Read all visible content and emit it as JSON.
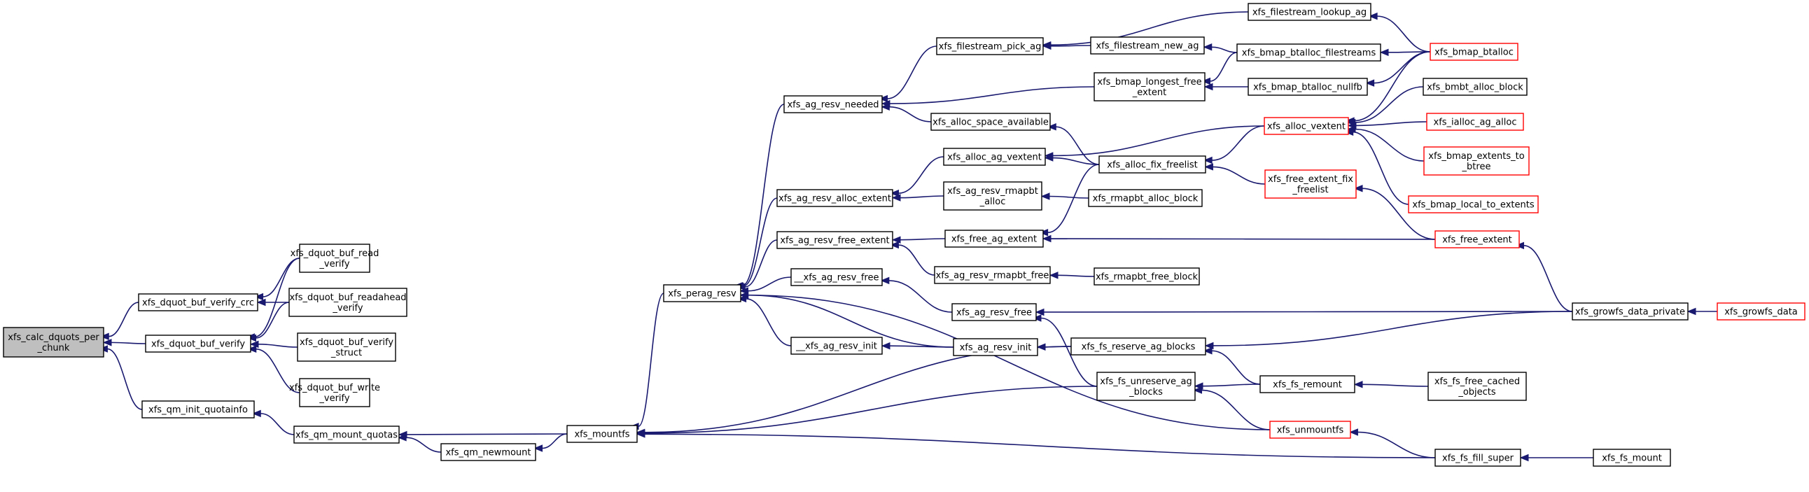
{
  "colors": {
    "edge": "#191970",
    "normal_border": "#000000",
    "truncated_border": "#ff0000",
    "root_fill": "#bfbfbf",
    "node_fill": "#ffffff"
  },
  "nodes": [
    {
      "id": "root",
      "lines": [
        "xfs_calc_dquots_per",
        "_chunk"
      ],
      "root": true
    },
    {
      "id": "verify_crc",
      "lines": [
        "xfs_dquot_buf_verify_crc"
      ]
    },
    {
      "id": "buf_verify",
      "lines": [
        "xfs_dquot_buf_verify"
      ]
    },
    {
      "id": "qm_init_quotainfo",
      "lines": [
        "xfs_qm_init_quotainfo"
      ]
    },
    {
      "id": "read_verify",
      "lines": [
        "xfs_dquot_buf_read",
        "_verify"
      ]
    },
    {
      "id": "readahead_verify",
      "lines": [
        "xfs_dquot_buf_readahead",
        "_verify"
      ]
    },
    {
      "id": "verify_struct",
      "lines": [
        "xfs_dquot_buf_verify",
        "_struct"
      ]
    },
    {
      "id": "write_verify",
      "lines": [
        "xfs_dquot_buf_write",
        "_verify"
      ]
    },
    {
      "id": "qm_mount_quotas",
      "lines": [
        "xfs_qm_mount_quotas"
      ]
    },
    {
      "id": "qm_newmount",
      "lines": [
        "xfs_qm_newmount"
      ]
    },
    {
      "id": "mountfs",
      "lines": [
        "xfs_mountfs"
      ]
    },
    {
      "id": "perag_resv",
      "lines": [
        "xfs_perag_resv"
      ]
    },
    {
      "id": "ag_resv_needed",
      "lines": [
        "xfs_ag_resv_needed"
      ]
    },
    {
      "id": "ag_resv_alloc_extent",
      "lines": [
        "xfs_ag_resv_alloc_extent"
      ]
    },
    {
      "id": "ag_resv_free_extent",
      "lines": [
        "xfs_ag_resv_free_extent"
      ]
    },
    {
      "id": "__ag_resv_free",
      "lines": [
        "__xfs_ag_resv_free"
      ]
    },
    {
      "id": "__ag_resv_init",
      "lines": [
        "__xfs_ag_resv_init"
      ]
    },
    {
      "id": "filestream_pick_ag",
      "lines": [
        "xfs_filestream_pick_ag"
      ]
    },
    {
      "id": "alloc_space_available",
      "lines": [
        "xfs_alloc_space_available"
      ]
    },
    {
      "id": "alloc_ag_vextent",
      "lines": [
        "xfs_alloc_ag_vextent"
      ]
    },
    {
      "id": "ag_resv_rmapbt_alloc",
      "lines": [
        "xfs_ag_resv_rmapbt",
        "_alloc"
      ]
    },
    {
      "id": "free_ag_extent",
      "lines": [
        "xfs_free_ag_extent"
      ]
    },
    {
      "id": "ag_resv_rmapbt_free",
      "lines": [
        "xfs_ag_resv_rmapbt_free"
      ]
    },
    {
      "id": "ag_resv_free",
      "lines": [
        "xfs_ag_resv_free"
      ]
    },
    {
      "id": "ag_resv_init",
      "lines": [
        "xfs_ag_resv_init"
      ]
    },
    {
      "id": "filestream_lookup_ag",
      "lines": [
        "xfs_filestream_lookup_ag"
      ]
    },
    {
      "id": "filestream_new_ag",
      "lines": [
        "xfs_filestream_new_ag"
      ]
    },
    {
      "id": "bmap_longest_free_extent",
      "lines": [
        "xfs_bmap_longest_free",
        "_extent"
      ]
    },
    {
      "id": "alloc_fix_freelist",
      "lines": [
        "xfs_alloc_fix_freelist"
      ]
    },
    {
      "id": "rmapbt_alloc_block",
      "lines": [
        "xfs_rmapbt_alloc_block"
      ]
    },
    {
      "id": "rmapbt_free_block",
      "lines": [
        "xfs_rmapbt_free_block"
      ]
    },
    {
      "id": "fs_reserve_ag_blocks",
      "lines": [
        "xfs_fs_reserve_ag_blocks"
      ]
    },
    {
      "id": "fs_unreserve_ag_blocks",
      "lines": [
        "xfs_fs_unreserve_ag",
        "_blocks"
      ]
    },
    {
      "id": "bmap_btalloc_filestreams",
      "lines": [
        "xfs_bmap_btalloc_filestreams"
      ]
    },
    {
      "id": "bmap_btalloc_nullfb",
      "lines": [
        "xfs_bmap_btalloc_nullfb"
      ]
    },
    {
      "id": "alloc_vextent",
      "lines": [
        "xfs_alloc_vextent"
      ],
      "truncated": true
    },
    {
      "id": "free_extent_fix_freelist",
      "lines": [
        "xfs_free_extent_fix",
        "_freelist"
      ],
      "truncated": true
    },
    {
      "id": "fs_remount",
      "lines": [
        "xfs_fs_remount"
      ]
    },
    {
      "id": "unmountfs",
      "lines": [
        "xfs_unmountfs"
      ],
      "truncated": true
    },
    {
      "id": "bmap_btalloc",
      "lines": [
        "xfs_bmap_btalloc"
      ],
      "truncated": true
    },
    {
      "id": "bmbt_alloc_block",
      "lines": [
        "xfs_bmbt_alloc_block"
      ]
    },
    {
      "id": "ialloc_ag_alloc",
      "lines": [
        "xfs_ialloc_ag_alloc"
      ],
      "truncated": true
    },
    {
      "id": "bmap_extents_to_btree",
      "lines": [
        "xfs_bmap_extents_to",
        "_btree"
      ],
      "truncated": true
    },
    {
      "id": "bmap_local_to_extents",
      "lines": [
        "xfs_bmap_local_to_extents"
      ],
      "truncated": true
    },
    {
      "id": "free_extent",
      "lines": [
        "xfs_free_extent"
      ],
      "truncated": true
    },
    {
      "id": "fs_free_cached_objects",
      "lines": [
        "xfs_fs_free_cached",
        "_objects"
      ]
    },
    {
      "id": "fs_fill_super",
      "lines": [
        "xfs_fs_fill_super"
      ]
    },
    {
      "id": "growfs_data_private",
      "lines": [
        "xfs_growfs_data_private"
      ]
    },
    {
      "id": "growfs_data",
      "lines": [
        "xfs_growfs_data"
      ],
      "truncated": true
    },
    {
      "id": "fs_mount",
      "lines": [
        "xfs_fs_mount"
      ]
    }
  ],
  "edges": [
    [
      "verify_crc",
      "root"
    ],
    [
      "buf_verify",
      "root"
    ],
    [
      "qm_init_quotainfo",
      "root"
    ],
    [
      "read_verify",
      "verify_crc"
    ],
    [
      "readahead_verify",
      "verify_crc"
    ],
    [
      "read_verify",
      "buf_verify"
    ],
    [
      "readahead_verify",
      "buf_verify"
    ],
    [
      "verify_struct",
      "buf_verify"
    ],
    [
      "write_verify",
      "buf_verify"
    ],
    [
      "qm_mount_quotas",
      "qm_init_quotainfo"
    ],
    [
      "mountfs",
      "qm_mount_quotas"
    ],
    [
      "qm_newmount",
      "qm_mount_quotas"
    ],
    [
      "mountfs",
      "qm_newmount"
    ],
    [
      "perag_resv",
      "mountfs"
    ],
    [
      "fs_reserve_ag_blocks",
      "mountfs"
    ],
    [
      "fs_unreserve_ag_blocks",
      "mountfs"
    ],
    [
      "fs_fill_super",
      "mountfs"
    ],
    [
      "ag_resv_needed",
      "perag_resv"
    ],
    [
      "ag_resv_alloc_extent",
      "perag_resv"
    ],
    [
      "ag_resv_free_extent",
      "perag_resv"
    ],
    [
      "__ag_resv_free",
      "perag_resv"
    ],
    [
      "__ag_resv_init",
      "perag_resv"
    ],
    [
      "ag_resv_init",
      "perag_resv"
    ],
    [
      "unmountfs",
      "perag_resv"
    ],
    [
      "filestream_pick_ag",
      "ag_resv_needed"
    ],
    [
      "bmap_longest_free_extent",
      "ag_resv_needed"
    ],
    [
      "alloc_space_available",
      "ag_resv_needed"
    ],
    [
      "alloc_ag_vextent",
      "ag_resv_alloc_extent"
    ],
    [
      "ag_resv_rmapbt_alloc",
      "ag_resv_alloc_extent"
    ],
    [
      "free_ag_extent",
      "ag_resv_free_extent"
    ],
    [
      "ag_resv_rmapbt_free",
      "ag_resv_free_extent"
    ],
    [
      "ag_resv_free",
      "__ag_resv_free"
    ],
    [
      "ag_resv_init",
      "__ag_resv_init"
    ],
    [
      "filestream_lookup_ag",
      "filestream_pick_ag"
    ],
    [
      "filestream_new_ag",
      "filestream_pick_ag"
    ],
    [
      "alloc_fix_freelist",
      "alloc_space_available"
    ],
    [
      "alloc_vextent",
      "alloc_ag_vextent"
    ],
    [
      "alloc_fix_freelist",
      "alloc_ag_vextent"
    ],
    [
      "rmapbt_alloc_block",
      "ag_resv_rmapbt_alloc"
    ],
    [
      "alloc_fix_freelist",
      "free_ag_extent"
    ],
    [
      "free_extent",
      "free_ag_extent"
    ],
    [
      "rmapbt_free_block",
      "ag_resv_rmapbt_free"
    ],
    [
      "growfs_data_private",
      "ag_resv_free"
    ],
    [
      "fs_unreserve_ag_blocks",
      "ag_resv_free"
    ],
    [
      "fs_reserve_ag_blocks",
      "ag_resv_init"
    ],
    [
      "bmap_btalloc",
      "filestream_lookup_ag"
    ],
    [
      "bmap_btalloc_filestreams",
      "filestream_new_ag"
    ],
    [
      "bmap_btalloc_filestreams",
      "bmap_longest_free_extent"
    ],
    [
      "bmap_btalloc_nullfb",
      "bmap_longest_free_extent"
    ],
    [
      "alloc_vextent",
      "alloc_fix_freelist"
    ],
    [
      "free_extent_fix_freelist",
      "alloc_fix_freelist"
    ],
    [
      "growfs_data_private",
      "fs_reserve_ag_blocks"
    ],
    [
      "fs_remount",
      "fs_reserve_ag_blocks"
    ],
    [
      "fs_remount",
      "fs_unreserve_ag_blocks"
    ],
    [
      "unmountfs",
      "fs_unreserve_ag_blocks"
    ],
    [
      "bmap_btalloc",
      "bmap_btalloc_filestreams"
    ],
    [
      "bmap_btalloc",
      "bmap_btalloc_nullfb"
    ],
    [
      "bmap_btalloc",
      "alloc_vextent"
    ],
    [
      "bmbt_alloc_block",
      "alloc_vextent"
    ],
    [
      "ialloc_ag_alloc",
      "alloc_vextent"
    ],
    [
      "bmap_extents_to_btree",
      "alloc_vextent"
    ],
    [
      "bmap_local_to_extents",
      "alloc_vextent"
    ],
    [
      "free_extent",
      "free_extent_fix_freelist"
    ],
    [
      "fs_free_cached_objects",
      "fs_remount"
    ],
    [
      "fs_fill_super",
      "unmountfs"
    ],
    [
      "growfs_data_private",
      "free_extent"
    ],
    [
      "fs_mount",
      "fs_fill_super"
    ],
    [
      "growfs_data",
      "growfs_data_private"
    ]
  ]
}
